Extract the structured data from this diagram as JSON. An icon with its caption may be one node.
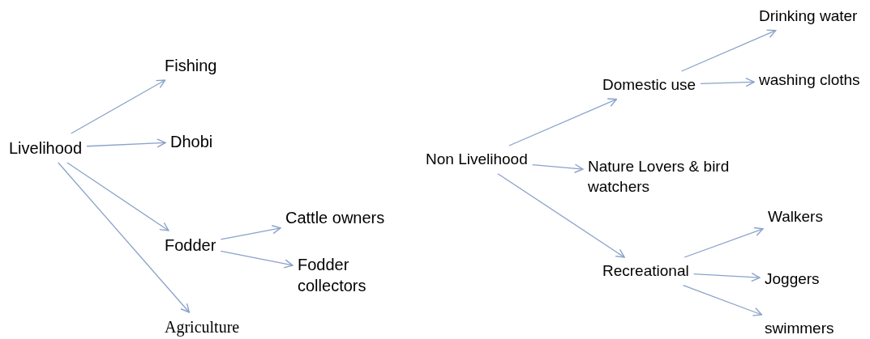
{
  "diagram": {
    "nodes": [
      {
        "text": [
          "Livelihood"
        ]
      },
      {
        "text": [
          "Fishing"
        ]
      },
      {
        "text": [
          "Dhobi"
        ]
      },
      {
        "text": [
          "Fodder"
        ]
      },
      {
        "text": [
          "Cattle owners"
        ]
      },
      {
        "text": [
          "Fodder collectors"
        ]
      },
      {
        "text": [
          "Agriculture"
        ]
      },
      {
        "text": [
          "Non Livelihood"
        ]
      },
      {
        "text": [
          "Domestic use"
        ]
      },
      {
        "text": [
          "Drinking water"
        ]
      },
      {
        "text": [
          "washing cloths"
        ]
      },
      {
        "text": [
          "Nature Lovers & bird watchers"
        ]
      },
      {
        "text": [
          "Recreational"
        ]
      },
      {
        "text": [
          "Walkers"
        ]
      },
      {
        "text": [
          "Joggers"
        ]
      },
      {
        "text": [
          "swimmers"
        ]
      }
    ],
    "edges": [
      {
        "from": 0,
        "to": 1,
        "arrow": "to"
      },
      {
        "from": 0,
        "to": 2,
        "arrow": "to"
      },
      {
        "from": 0,
        "to": 3,
        "arrow": "to"
      },
      {
        "from": 0,
        "to": 6,
        "arrow": "to"
      },
      {
        "from": 3,
        "to": 4,
        "arrow": "to"
      },
      {
        "from": 3,
        "to": 5,
        "arrow": "to"
      },
      {
        "from": 7,
        "to": 8,
        "arrow": "to"
      },
      {
        "from": 7,
        "to": 11,
        "arrow": "to"
      },
      {
        "from": 7,
        "to": 12,
        "arrow": "to"
      },
      {
        "from": 8,
        "to": 9,
        "arrow": "to"
      },
      {
        "from": 8,
        "to": 10,
        "arrow": "to"
      },
      {
        "from": 12,
        "to": 13,
        "arrow": "to"
      },
      {
        "from": 12,
        "to": 14,
        "arrow": "to"
      },
      {
        "from": 12,
        "to": 15,
        "arrow": "to"
      }
    ]
  }
}
